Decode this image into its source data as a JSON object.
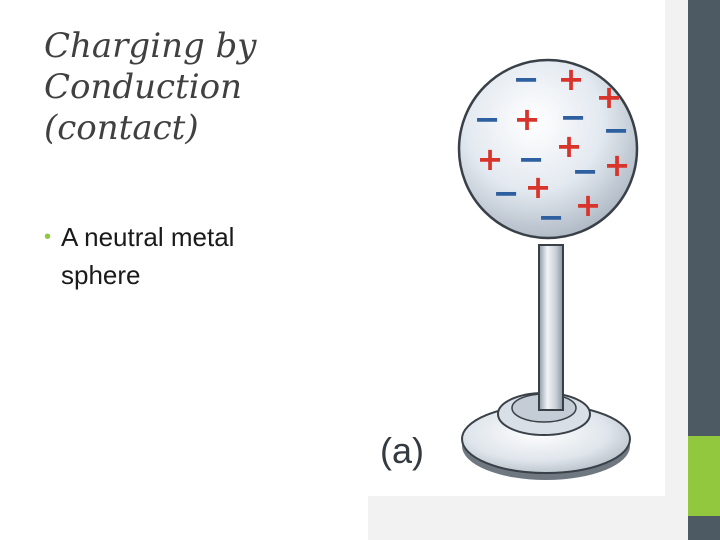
{
  "slide": {
    "title": "Charging by Conduction (contact)",
    "bullets": [
      "A neutral metal sphere"
    ]
  },
  "figure": {
    "panel_label": "(a)",
    "charges": [
      {
        "sign": "−"
      },
      {
        "sign": "+"
      },
      {
        "sign": "+"
      },
      {
        "sign": "−"
      },
      {
        "sign": "+"
      },
      {
        "sign": "−"
      },
      {
        "sign": "−"
      },
      {
        "sign": "+"
      },
      {
        "sign": "−"
      },
      {
        "sign": "+"
      },
      {
        "sign": "−"
      },
      {
        "sign": "+"
      },
      {
        "sign": "−"
      },
      {
        "sign": "+"
      },
      {
        "sign": "−"
      },
      {
        "sign": "+"
      }
    ]
  },
  "colors": {
    "accent_green": "#92c83e",
    "side_bar": "#4e5a63",
    "positive_charge": "#d9342b",
    "negative_charge": "#2e5f9e"
  }
}
